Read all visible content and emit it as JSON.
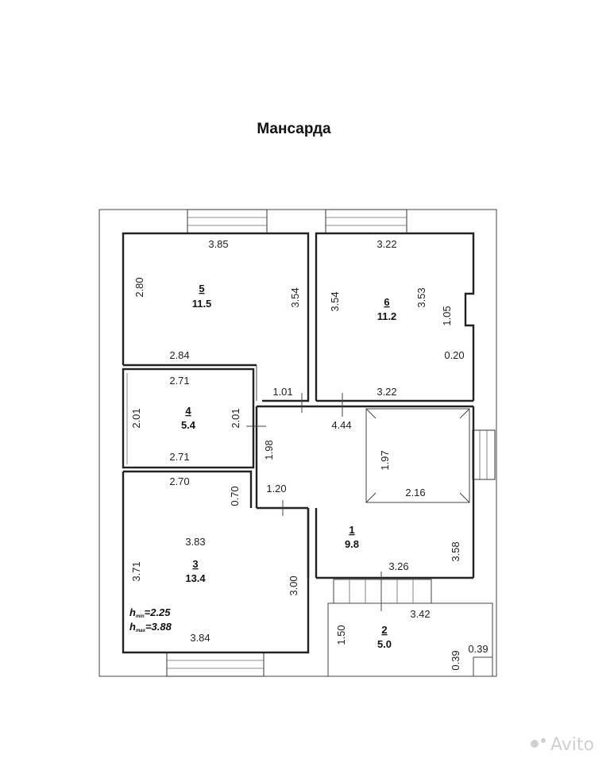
{
  "title": "Мансарда",
  "rooms": [
    {
      "num": "5",
      "area": "11.5"
    },
    {
      "num": "6",
      "area": "11.2"
    },
    {
      "num": "4",
      "area": "5.4"
    },
    {
      "num": "3",
      "area": "13.4"
    },
    {
      "num": "1",
      "area": "9.8"
    },
    {
      "num": "2",
      "area": "5.0"
    }
  ],
  "dims": {
    "r5_top": "3.85",
    "r5_left": "2.80",
    "r5_right": "3.54",
    "r5_bottom": "2.84",
    "r6_top": "3.22",
    "r6_left": "3.54",
    "r6_right": "3.53",
    "r6_niche": "1.05",
    "r6_step": "0.20",
    "r6_bottom": "3.22",
    "r4_top": "2.71",
    "r4_left": "2.01",
    "r4_right": "2.01",
    "r4_bottom": "2.71",
    "hall_top": "1.01",
    "hall_mid": "4.44",
    "hall_left": "1.98",
    "hall_notch": "1.20",
    "stair_side": "1.97",
    "stair_width": "2.16",
    "r3_top": "2.70",
    "r3_notch": "0.70",
    "r3_inner": "3.83",
    "r3_left": "3.71",
    "r3_right": "3.00",
    "r3_bottom": "3.84",
    "r1_right": "3.58",
    "r1_bottom": "3.26",
    "r2_top": "3.42",
    "r2_left": "1.50",
    "r2_col_h": "0.39",
    "r2_col_w": "0.39"
  },
  "heights": {
    "hmin_label": "h",
    "hmin_sub": "min",
    "hmin_value": "=2.25",
    "hmax_label": "h",
    "hmax_sub": "max",
    "hmax_value": "=3.88"
  },
  "watermark": "Avito"
}
